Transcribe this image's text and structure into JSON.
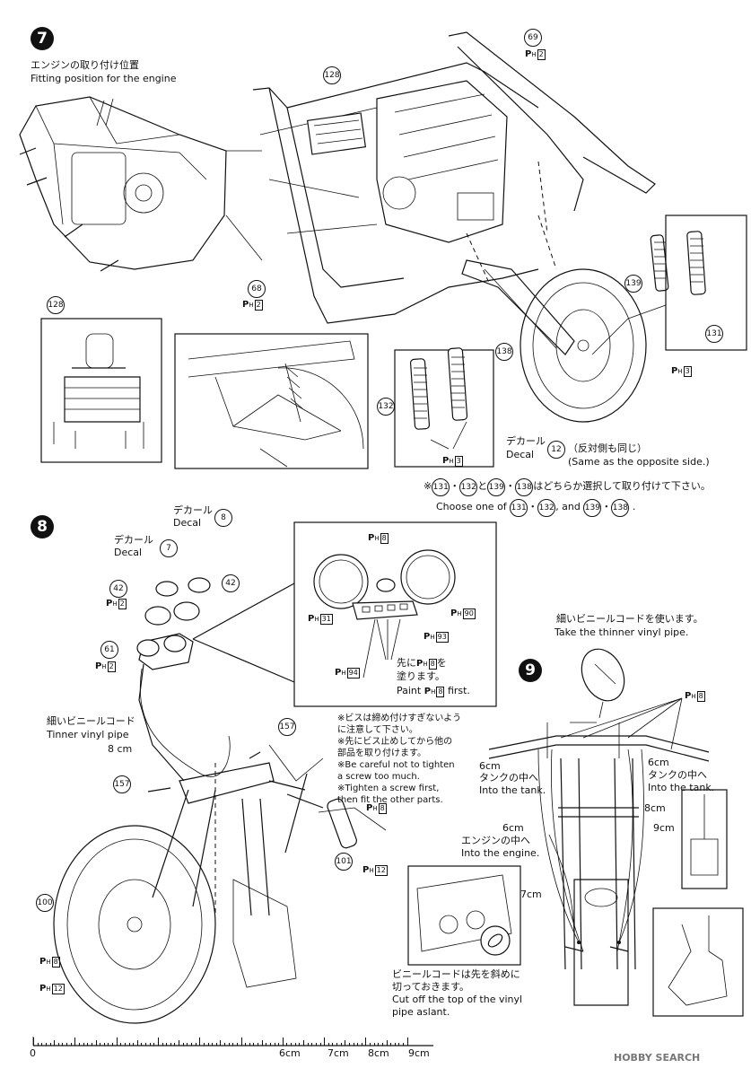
{
  "step7": {
    "number": "7",
    "note_jp": "エンジンの取り付け位置",
    "note_en": "Fitting position for the engine",
    "parts": {
      "p128a": "128",
      "p128b": "128",
      "p69": "69",
      "p68": "68",
      "p138": "138",
      "p132": "132",
      "p139": "139",
      "p131": "131"
    },
    "ph_labels": {
      "ph69": "2",
      "ph68": "2",
      "ph3a": "3",
      "ph3b": "3"
    },
    "decal_jp": "デカール",
    "decal_en": "Decal",
    "decal_num": "12",
    "opposite_jp": "（反対側も同じ）",
    "opposite_en": "(Same as the opposite side.)",
    "choose_jp_prefix": "※",
    "choose_jp_mid1": "・",
    "choose_jp_mid2": "と",
    "choose_jp_mid3": "・",
    "choose_jp_suffix": "はどちらか選択して取り付けて下さい。",
    "choose_en_prefix": "Choose one of",
    "choose_en_mid": ", and",
    "choose_en_suffix": "."
  },
  "step8": {
    "number": "8",
    "decal8_jp": "デカール",
    "decal8_en": "Decal",
    "decal8_num": "8",
    "decal7_jp": "デカール",
    "decal7_en": "Decal",
    "decal7_num": "7",
    "parts": {
      "p42a": "42",
      "p42b": "42",
      "p61": "61",
      "p157a": "157",
      "p157b": "157",
      "p101": "101",
      "p100": "100"
    },
    "ph_labels": {
      "ph42": "2",
      "ph61": "2",
      "ph8_top": "8",
      "ph31": "31",
      "ph90": "90",
      "ph93": "93",
      "ph94": "94",
      "ph8_grip": "8",
      "ph12_grip": "12",
      "ph8_wheel": "8",
      "ph12_wheel": "12"
    },
    "paint_jp_a": "先に",
    "paint_jp_b": "を",
    "paint_jp_c": "塗ります。",
    "paint_en_a": "Paint",
    "paint_en_b": "first.",
    "vinyl_jp": "細いビニールコード",
    "vinyl_en": "Tinner vinyl pipe",
    "vinyl_len": "8 cm",
    "screw_notes": [
      "※ビスは締め付けすぎないよう",
      "  に注意して下さい。",
      "※先にビス止めしてから他の",
      "  部品を取り付けます。",
      "※Be careful not to tighten",
      "  a screw too much.",
      "※Tighten a screw first,",
      "  then fit the other parts."
    ]
  },
  "step9": {
    "number": "9",
    "thin_jp": "細いビニールコードを使います。",
    "thin_en": "Take the thinner vinyl pipe.",
    "ph8": "8",
    "left_len": "6cm",
    "left_jp": "タンクの中へ",
    "left_en": "Into the tank.",
    "right_len": "6cm",
    "right_jp": "タンクの中へ",
    "right_en": "Into the tank.",
    "engine_len": "6cm",
    "engine_jp": "エンジンの中へ",
    "engine_en": "Into the engine.",
    "len8": "8cm",
    "len9": "9cm",
    "len7": "7cm",
    "cut_jp1": "ビニールコードは先を斜めに",
    "cut_jp2": "切っておきます。",
    "cut_en1": "Cut off the top of the vinyl",
    "cut_en2": "pipe aslant."
  },
  "ruler": {
    "zero": "0",
    "marks": [
      "6cm",
      "7cm",
      "8cm",
      "9cm"
    ]
  },
  "watermark": "HOBBY SEARCH"
}
